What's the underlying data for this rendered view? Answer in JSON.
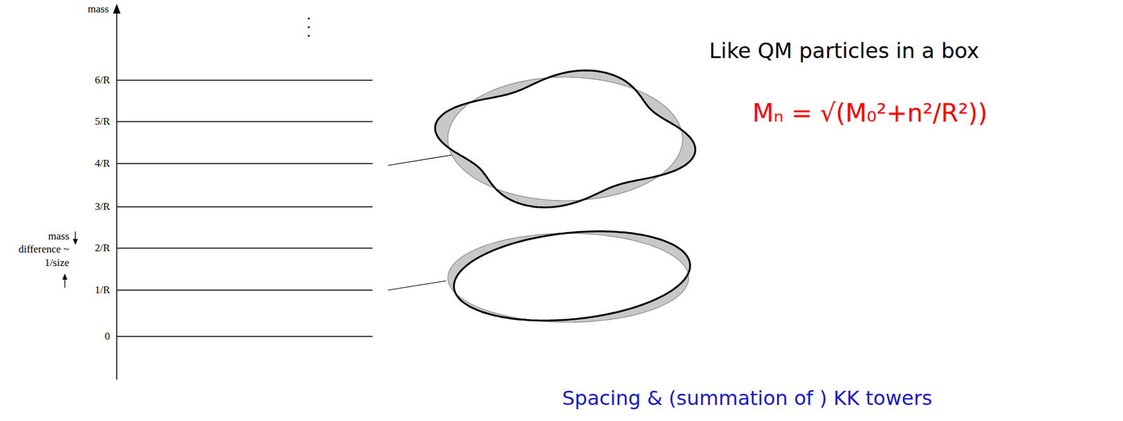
{
  "diagram": {
    "labels": [
      "mass",
      "6/R",
      "5/R",
      "4/R",
      "3/R",
      "2/R",
      "1/R",
      "0",
      "mass difference ~ 1/size",
      "Like QM particles in a box",
      "Mₙ = √(M₀²+n²/R²))",
      "Spacing & (summation of ) KK towers"
    ]
  }
}
